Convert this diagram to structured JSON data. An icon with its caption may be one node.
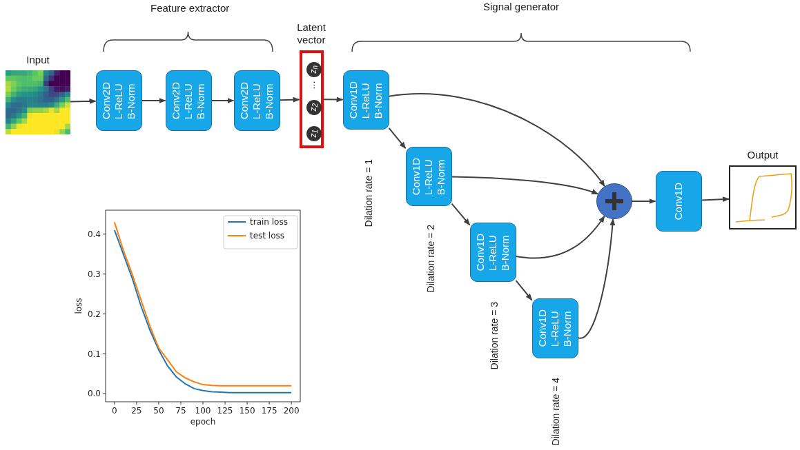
{
  "diagram": {
    "nodes": [
      {
        "text": [
          "Input"
        ]
      },
      {
        "text": [
          "Conv2D",
          "L-ReLU",
          "B-Norm"
        ]
      },
      {
        "text": [
          "Conv2D",
          "L-ReLU",
          "B-Norm"
        ]
      },
      {
        "text": [
          "Conv2D",
          "L-ReLU",
          "B-Norm"
        ]
      },
      {
        "text": [
          "Latent vector"
        ]
      },
      {
        "text": [
          "z$_{n}$"
        ],
        "in": 4
      },
      {
        "text": [
          "z$_{2}$"
        ],
        "in": 4
      },
      {
        "text": [
          "z$_{1}$"
        ],
        "in": 4
      },
      {
        "text": [
          "Conv1D",
          "L-ReLU",
          "B-Norm"
        ],
        "beside": [
          "Dilation rate = 1"
        ]
      },
      {
        "text": [
          "Conv1D",
          "L-ReLU",
          "B-Norm"
        ],
        "beside": [
          "Dilation rate = 2"
        ]
      },
      {
        "text": [
          "Conv1D",
          "L-ReLU",
          "B-Norm"
        ],
        "beside": [
          "Dilation rate = 3"
        ]
      },
      {
        "text": [
          "Conv1D",
          "L-ReLU",
          "B-Norm"
        ],
        "beside": [
          "Dilation rate = 4"
        ]
      },
      {
        "text": [],
        "shape": "circle"
      },
      {
        "text": [
          "Conv1D"
        ]
      },
      {
        "text": [
          "Output"
        ]
      }
    ],
    "edges": [
      {
        "from": 0,
        "to": 1,
        "arrow": "to"
      },
      {
        "from": 1,
        "to": 2,
        "arrow": "to"
      },
      {
        "from": 2,
        "to": 3,
        "arrow": "to"
      },
      {
        "from": 3,
        "to": 4,
        "arrow": "to"
      },
      {
        "from": 4,
        "to": 8,
        "arrow": "to"
      },
      {
        "from": 8,
        "to": 9,
        "arrow": "to"
      },
      {
        "from": 9,
        "to": 10,
        "arrow": "to"
      },
      {
        "from": 10,
        "to": 11,
        "arrow": "to"
      },
      {
        "from": 8,
        "to": 12,
        "arrow": "to"
      },
      {
        "from": 9,
        "to": 12,
        "arrow": "to"
      },
      {
        "from": 10,
        "to": 12,
        "arrow": "to"
      },
      {
        "from": 11,
        "to": 12,
        "arrow": "to"
      },
      {
        "from": 12,
        "to": 13,
        "arrow": "to"
      },
      {
        "from": 13,
        "to": 14,
        "arrow": "to"
      }
    ],
    "labels": [
      "Feature extractor",
      "Signal generator",
      "…"
    ],
    "chart_data": {
      "type": "line",
      "xlabel": "epoch",
      "ylabel": "loss",
      "x": [
        0,
        10,
        20,
        30,
        40,
        50,
        60,
        70,
        80,
        90,
        100,
        110,
        120,
        130,
        140,
        150,
        160,
        170,
        180,
        190,
        200
      ],
      "series": [
        {
          "name": "train loss",
          "color": "#1f77b4",
          "values": [
            0.41,
            0.35,
            0.29,
            0.22,
            0.16,
            0.11,
            0.07,
            0.042,
            0.025,
            0.013,
            0.008,
            0.005,
            0.004,
            0.003,
            0.003,
            0.003,
            0.003,
            0.003,
            0.003,
            0.003,
            0.003
          ]
        },
        {
          "name": "test loss",
          "color": "#ff7f0e",
          "values": [
            0.43,
            0.36,
            0.3,
            0.235,
            0.17,
            0.115,
            0.085,
            0.055,
            0.04,
            0.03,
            0.023,
            0.021,
            0.02,
            0.02,
            0.02,
            0.02,
            0.02,
            0.02,
            0.02,
            0.02,
            0.02
          ]
        }
      ],
      "legend": "upper right",
      "xlim": [
        -10,
        210
      ],
      "ylim": [
        -0.02,
        0.46
      ],
      "xticks": [
        0,
        25,
        50,
        75,
        100,
        125,
        150,
        175,
        200
      ],
      "yticks": [
        {
          "value": 0,
          "label": "0.0"
        },
        {
          "value": 0.1,
          "label": "0.1"
        },
        {
          "value": 0.2,
          "label": "0.2"
        },
        {
          "value": 0.3,
          "label": "0.3"
        },
        {
          "value": 0.4,
          "label": "0.4"
        }
      ]
    }
  }
}
